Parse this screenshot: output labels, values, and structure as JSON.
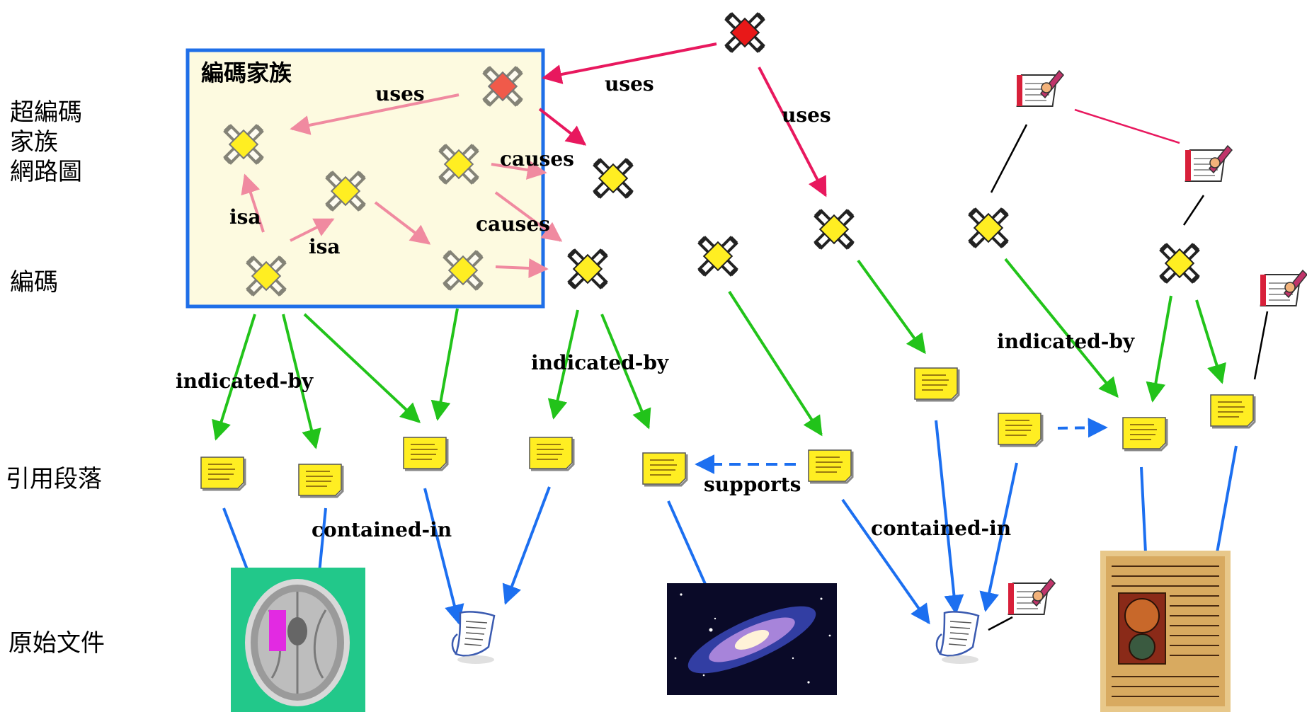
{
  "row_labels": {
    "hyper_family_network": [
      "超編碼",
      "家族",
      "網路圖"
    ],
    "code": "編碼",
    "quotation": "引用段落",
    "primary_document": "原始文件"
  },
  "code_family": {
    "title": "編碼家族",
    "border_color": "#1f6fe8",
    "fill_color": "#fdfae0"
  },
  "edge_labels": {
    "uses_inner": "uses",
    "uses_top": "uses",
    "uses_right": "uses",
    "causes_1": "causes",
    "causes_2": "causes",
    "isa_1": "isa",
    "isa_2": "isa",
    "indicated_by_1": "indicated-by",
    "indicated_by_2": "indicated-by",
    "indicated_by_3": "indicated-by",
    "supports": "supports",
    "contained_in_1": "contained-in",
    "contained_in_2": "contained-in"
  },
  "colors": {
    "uses_arrow": "#e8185e",
    "isa_arrow": "#f08aa0",
    "indicated_by_arrow": "#22c31a",
    "contained_in_arrow": "#1c6ff0",
    "memo_link": "#000000",
    "code_icon": "#ffee22",
    "code_icon_hot": "#e81818",
    "quotation_note": "#ffee22"
  },
  "icons": {
    "code": "code-node-icon",
    "quotation": "quotation-note-icon",
    "memo": "memo-notebook-icon",
    "document": "text-document-icon",
    "image_brain": "brain-scan-image",
    "image_galaxy": "galaxy-image",
    "image_manuscript": "illuminated-manuscript-image"
  }
}
